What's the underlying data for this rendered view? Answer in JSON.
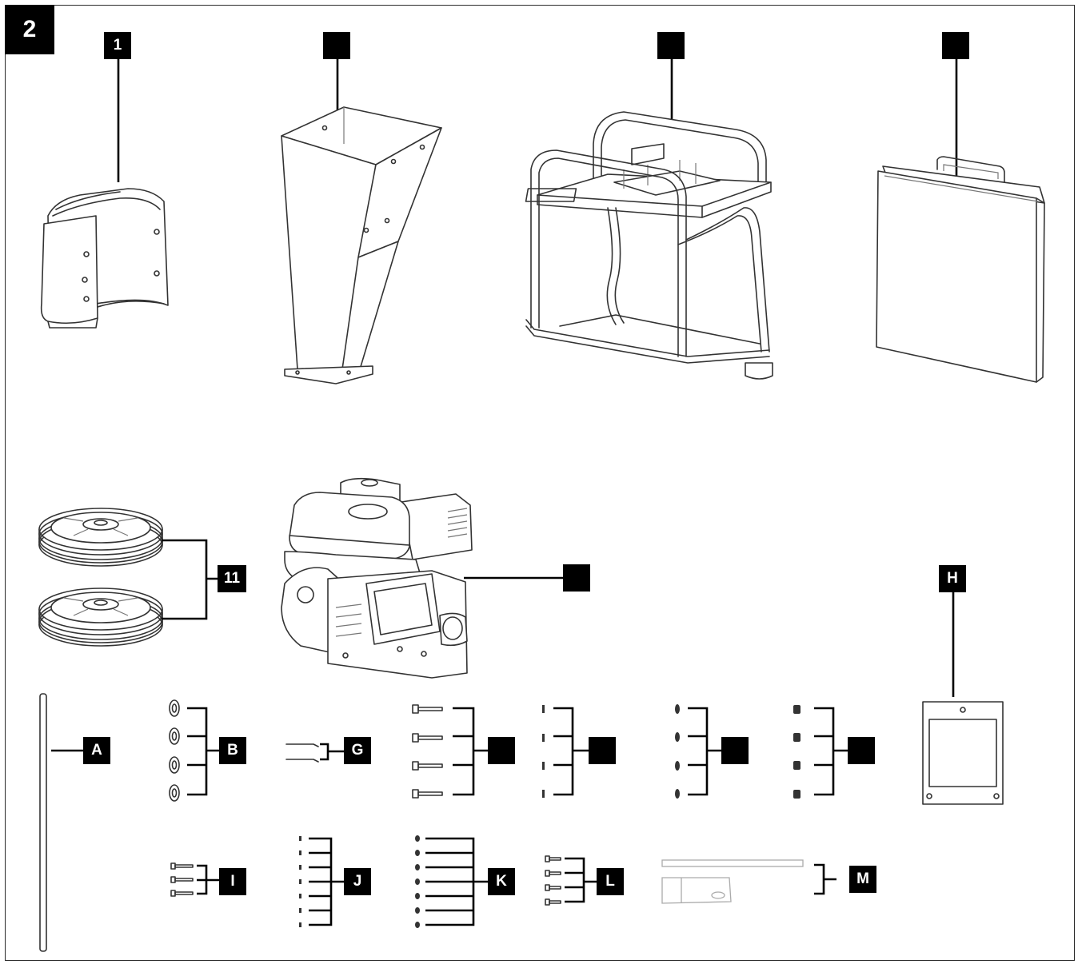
{
  "figure": {
    "number": "2"
  },
  "labels": {
    "part_1": "1",
    "part_11": "11",
    "A": "A",
    "B": "B",
    "G": "G",
    "H": "H",
    "I": "I",
    "J": "J",
    "K": "K",
    "L": "L",
    "M": "M"
  }
}
